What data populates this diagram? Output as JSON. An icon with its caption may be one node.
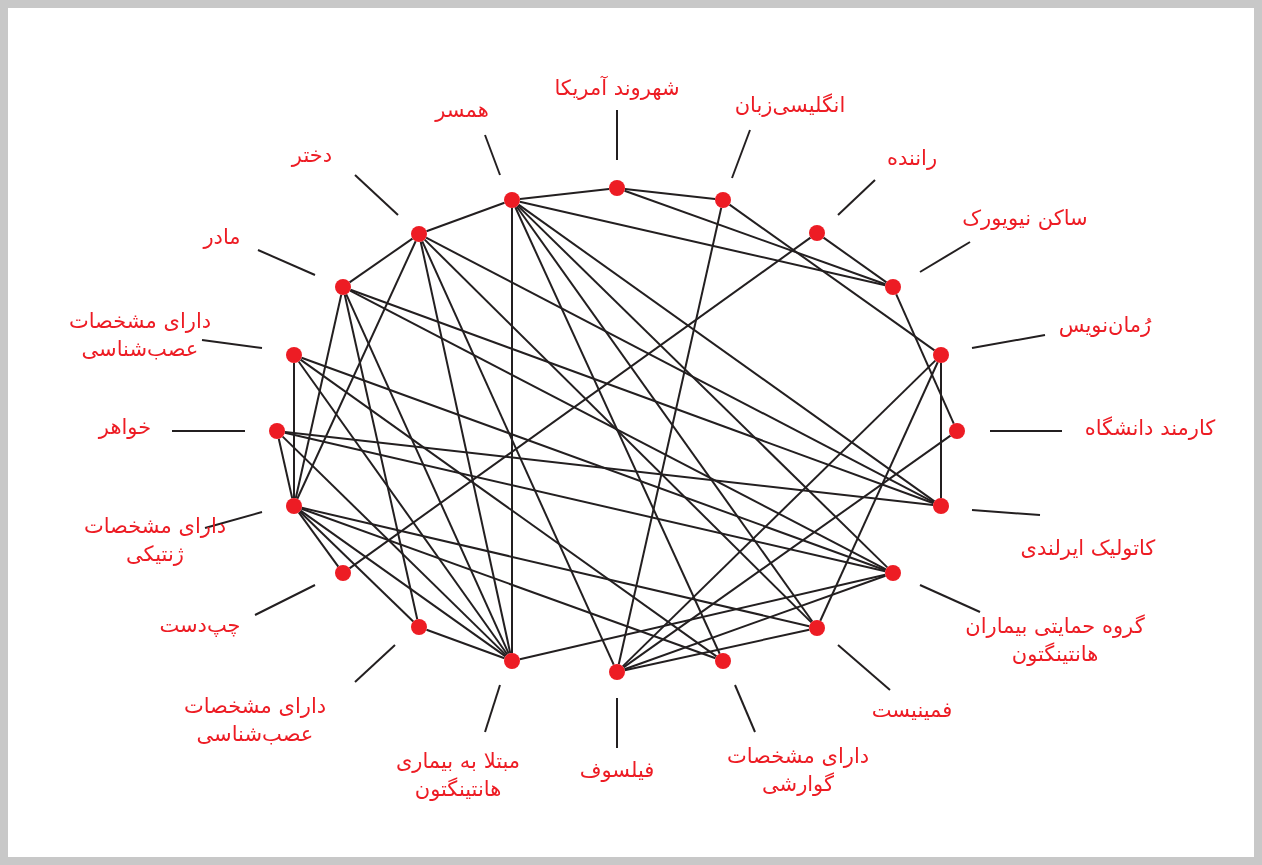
{
  "diagram": {
    "nodes": [
      {
        "text": [
          "همسر"
        ]
      },
      {
        "text": [
          "شهروند آمریکا"
        ]
      },
      {
        "text": [
          "انگلیسی‌زبان"
        ]
      },
      {
        "text": [
          "راننده"
        ]
      },
      {
        "text": [
          "ساکن نیویورک"
        ]
      },
      {
        "text": [
          "رُمان‌نویس"
        ]
      },
      {
        "text": [
          "کارمند دانشگاه"
        ]
      },
      {
        "text": [
          "کاتولیک ایرلندی"
        ]
      },
      {
        "text": [
          "گروه حمایتی بیماران هانتینگتون"
        ]
      },
      {
        "text": [
          "فمینیست"
        ]
      },
      {
        "text": [
          "دارای مشخصات گوارشی"
        ]
      },
      {
        "text": [
          "فیلسوف"
        ]
      },
      {
        "text": [
          "مبتلا به بیماری هانتینگتون"
        ]
      },
      {
        "text": [
          "دارای مشخصات عصب‌شناسی"
        ]
      },
      {
        "text": [
          "چپ‌دست"
        ]
      },
      {
        "text": [
          "دارای مشخصات ژنتیکی"
        ]
      },
      {
        "text": [
          "خواهر"
        ]
      },
      {
        "text": [
          "دارای مشخصات عصب‌شناسی"
        ]
      },
      {
        "text": [
          "مادر"
        ]
      },
      {
        "text": [
          "دختر"
        ]
      },
      {
        "text": [],
        "shape": "circle"
      },
      {
        "text": [],
        "shape": "circle"
      },
      {
        "text": [],
        "shape": "circle"
      },
      {
        "text": [],
        "shape": "circle"
      },
      {
        "text": [],
        "shape": "circle"
      },
      {
        "text": [],
        "shape": "circle"
      },
      {
        "text": [],
        "shape": "circle"
      },
      {
        "text": [],
        "shape": "circle"
      },
      {
        "text": [],
        "shape": "circle"
      },
      {
        "text": [],
        "shape": "circle"
      },
      {
        "text": [],
        "shape": "circle"
      },
      {
        "text": [],
        "shape": "circle"
      },
      {
        "text": [],
        "shape": "circle"
      },
      {
        "text": [],
        "shape": "circle"
      },
      {
        "text": [],
        "shape": "circle"
      },
      {
        "text": [],
        "shape": "circle"
      },
      {
        "text": [],
        "shape": "circle"
      },
      {
        "text": [],
        "shape": "circle"
      },
      {
        "text": [],
        "shape": "circle"
      },
      {
        "text": [],
        "shape": "circle"
      }
    ],
    "edges": [
      {
        "from": 0,
        "to": 20,
        "arrow": "none"
      },
      {
        "from": 1,
        "to": 21,
        "arrow": "none"
      },
      {
        "from": 2,
        "to": 22,
        "arrow": "none"
      },
      {
        "from": 3,
        "to": 23,
        "arrow": "none"
      },
      {
        "from": 4,
        "to": 24,
        "arrow": "none"
      },
      {
        "from": 5,
        "to": 25,
        "arrow": "none"
      },
      {
        "from": 6,
        "to": 26,
        "arrow": "none"
      },
      {
        "from": 7,
        "to": 27,
        "arrow": "none"
      },
      {
        "from": 8,
        "to": 28,
        "arrow": "none"
      },
      {
        "from": 9,
        "to": 29,
        "arrow": "none"
      },
      {
        "from": 10,
        "to": 30,
        "arrow": "none"
      },
      {
        "from": 11,
        "to": 31,
        "arrow": "none"
      },
      {
        "from": 12,
        "to": 32,
        "arrow": "none"
      },
      {
        "from": 13,
        "to": 33,
        "arrow": "none"
      },
      {
        "from": 14,
        "to": 34,
        "arrow": "none"
      },
      {
        "from": 15,
        "to": 35,
        "arrow": "none"
      },
      {
        "from": 16,
        "to": 36,
        "arrow": "none"
      },
      {
        "from": 17,
        "to": 37,
        "arrow": "none"
      },
      {
        "from": 18,
        "to": 38,
        "arrow": "none"
      },
      {
        "from": 19,
        "to": 39,
        "arrow": "none"
      },
      {
        "from": 20,
        "to": 21,
        "arrow": "none"
      },
      {
        "from": 20,
        "to": 39,
        "arrow": "none"
      },
      {
        "from": 20,
        "to": 32,
        "arrow": "none"
      },
      {
        "from": 20,
        "to": 24,
        "arrow": "none"
      },
      {
        "from": 20,
        "to": 27,
        "arrow": "none"
      },
      {
        "from": 20,
        "to": 28,
        "arrow": "none"
      },
      {
        "from": 20,
        "to": 29,
        "arrow": "none"
      },
      {
        "from": 20,
        "to": 30,
        "arrow": "none"
      },
      {
        "from": 21,
        "to": 22,
        "arrow": "none"
      },
      {
        "from": 21,
        "to": 24,
        "arrow": "none"
      },
      {
        "from": 22,
        "to": 25,
        "arrow": "none"
      },
      {
        "from": 22,
        "to": 31,
        "arrow": "none"
      },
      {
        "from": 23,
        "to": 24,
        "arrow": "none"
      },
      {
        "from": 23,
        "to": 34,
        "arrow": "none"
      },
      {
        "from": 24,
        "to": 26,
        "arrow": "none"
      },
      {
        "from": 25,
        "to": 27,
        "arrow": "none"
      },
      {
        "from": 25,
        "to": 31,
        "arrow": "none"
      },
      {
        "from": 25,
        "to": 29,
        "arrow": "none"
      },
      {
        "from": 26,
        "to": 31,
        "arrow": "none"
      },
      {
        "from": 27,
        "to": 38,
        "arrow": "none"
      },
      {
        "from": 27,
        "to": 39,
        "arrow": "none"
      },
      {
        "from": 28,
        "to": 37,
        "arrow": "none"
      },
      {
        "from": 28,
        "to": 36,
        "arrow": "none"
      },
      {
        "from": 28,
        "to": 32,
        "arrow": "none"
      },
      {
        "from": 28,
        "to": 31,
        "arrow": "none"
      },
      {
        "from": 28,
        "to": 38,
        "arrow": "none"
      },
      {
        "from": 29,
        "to": 39,
        "arrow": "none"
      },
      {
        "from": 29,
        "to": 31,
        "arrow": "none"
      },
      {
        "from": 29,
        "to": 35,
        "arrow": "none"
      },
      {
        "from": 30,
        "to": 37,
        "arrow": "none"
      },
      {
        "from": 30,
        "to": 35,
        "arrow": "none"
      },
      {
        "from": 32,
        "to": 39,
        "arrow": "none"
      },
      {
        "from": 32,
        "to": 38,
        "arrow": "none"
      },
      {
        "from": 32,
        "to": 37,
        "arrow": "none"
      },
      {
        "from": 32,
        "to": 35,
        "arrow": "none"
      },
      {
        "from": 32,
        "to": 33,
        "arrow": "none"
      },
      {
        "from": 32,
        "to": 36,
        "arrow": "none"
      },
      {
        "from": 33,
        "to": 38,
        "arrow": "none"
      },
      {
        "from": 33,
        "to": 35,
        "arrow": "none"
      },
      {
        "from": 34,
        "to": 35,
        "arrow": "none"
      },
      {
        "from": 35,
        "to": 38,
        "arrow": "none"
      },
      {
        "from": 35,
        "to": 39,
        "arrow": "none"
      },
      {
        "from": 35,
        "to": 36,
        "arrow": "none"
      },
      {
        "from": 35,
        "to": 37,
        "arrow": "none"
      },
      {
        "from": 36,
        "to": 27,
        "arrow": "none"
      },
      {
        "from": 38,
        "to": 39,
        "arrow": "none"
      },
      {
        "from": 39,
        "to": 31,
        "arrow": "none"
      }
    ]
  }
}
